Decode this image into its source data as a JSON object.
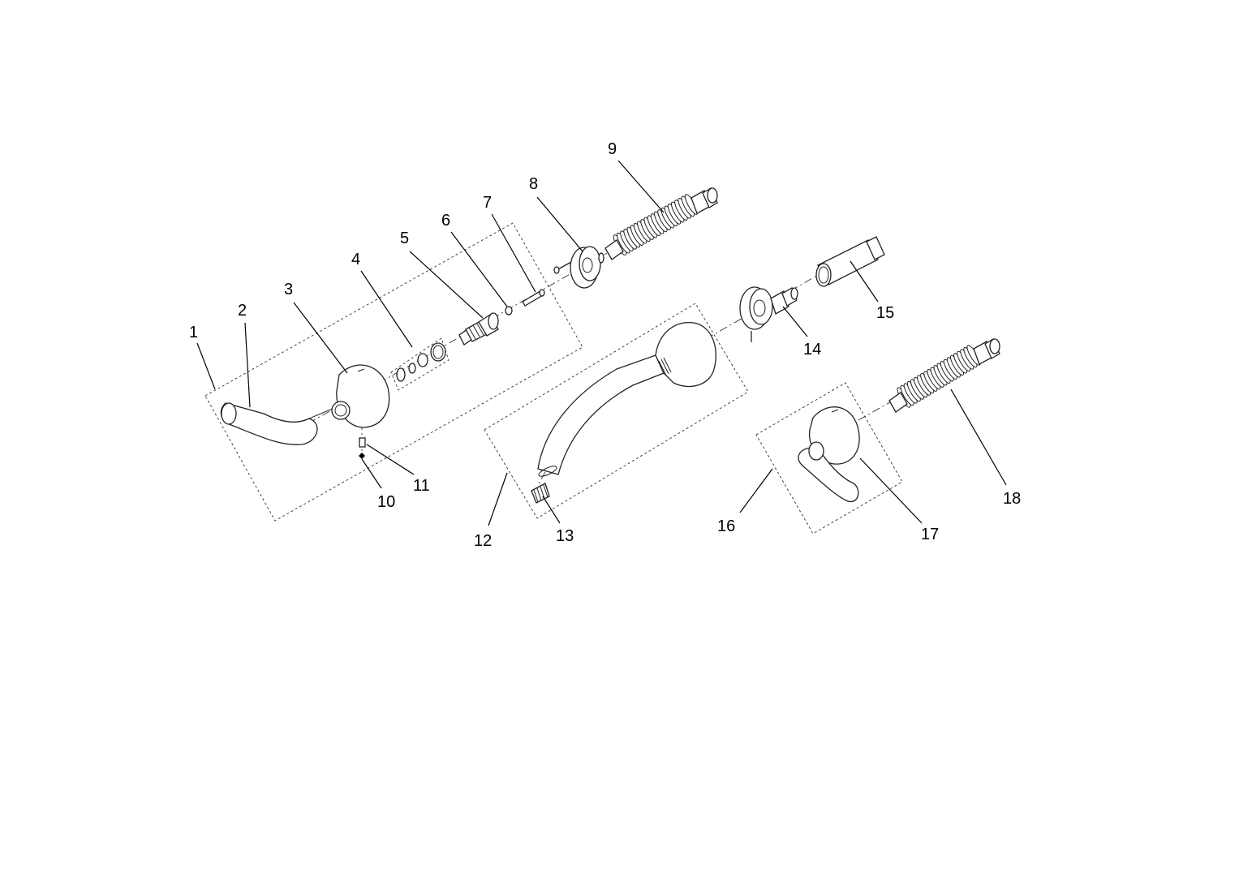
{
  "diagram": {
    "colors": {
      "line": "#222222",
      "background": "#ffffff",
      "label": "#000000"
    },
    "callouts": [
      {
        "id": 1,
        "label": "1"
      },
      {
        "id": 2,
        "label": "2"
      },
      {
        "id": 3,
        "label": "3"
      },
      {
        "id": 4,
        "label": "4"
      },
      {
        "id": 5,
        "label": "5"
      },
      {
        "id": 6,
        "label": "6"
      },
      {
        "id": 7,
        "label": "7"
      },
      {
        "id": 8,
        "label": "8"
      },
      {
        "id": 9,
        "label": "9"
      },
      {
        "id": 10,
        "label": "10"
      },
      {
        "id": 11,
        "label": "11"
      },
      {
        "id": 12,
        "label": "12"
      },
      {
        "id": 13,
        "label": "13"
      },
      {
        "id": 14,
        "label": "14"
      },
      {
        "id": 15,
        "label": "15"
      },
      {
        "id": 16,
        "label": "16"
      },
      {
        "id": 17,
        "label": "17"
      },
      {
        "id": 18,
        "label": "18"
      }
    ]
  }
}
